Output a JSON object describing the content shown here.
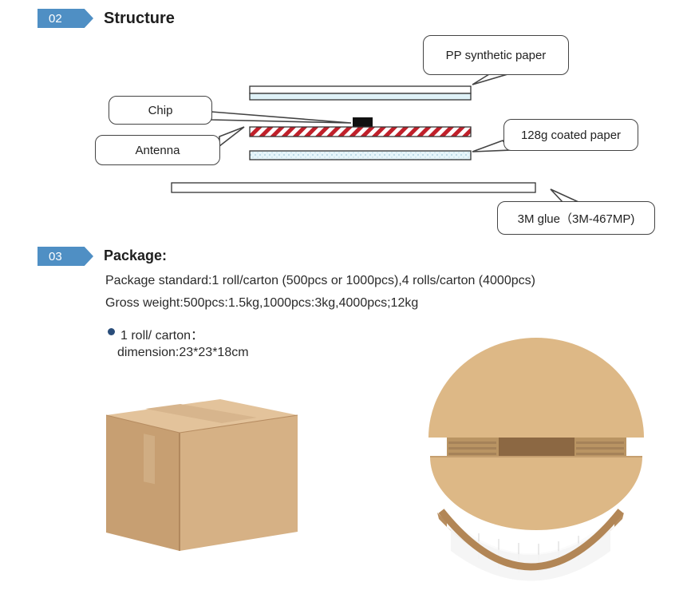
{
  "structure": {
    "badge": "02",
    "title": "Structure",
    "callouts": {
      "pp_paper": "PP synthetic paper",
      "chip": "Chip",
      "antenna": "Antenna",
      "coated_paper": "128g coated paper",
      "glue": "3M glue（3M-467MP)"
    }
  },
  "package": {
    "badge": "03",
    "title": "Package:",
    "standard": "Package standard:1 roll/carton (500pcs or 1000pcs),4 rolls/carton (4000pcs)",
    "gross_weight": "Gross weight:500pcs:1.5kg,1000pcs:3kg,4000pcs;12kg",
    "bullet_label": "1 roll/ carton：",
    "dimension": "dimension:23*23*18cm"
  },
  "colors": {
    "badge_blue": "#4f8fc4",
    "antenna_red": "#c0202a",
    "layer_cyan": "#dff2f8",
    "cardboard": "#c9a47a",
    "bullet": "#2a4d7a"
  }
}
